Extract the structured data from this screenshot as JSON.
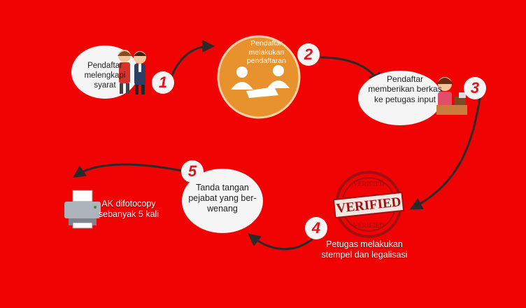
{
  "steps": [
    {
      "number": "1",
      "text": "Pendaftar melengkapi syarat"
    },
    {
      "number": "2",
      "text": "Pendaftar melakukan pendaftaran"
    },
    {
      "number": "3",
      "text": "Pendaftar memberikan berkas ke petugas input"
    },
    {
      "number": "4",
      "text": "Petugas melakukan stempel dan legalisasi"
    },
    {
      "number": "5",
      "text": "Tanda tangan pejabat yang ber-wenang"
    }
  ],
  "final_step": {
    "text": "AK difotocopy sebanyak 5 kali"
  },
  "stamp": {
    "main": "VERIFIED",
    "top": "VERIFIED",
    "bottom": "VERIFIED"
  },
  "colors": {
    "background": "#f10203",
    "bubble": "#f5f5f5",
    "orange": "#e8922e",
    "number": "#e0141c",
    "arrow": "#2a2a2a"
  },
  "icons": [
    "people-icon",
    "meeting-icon",
    "officer-icon",
    "verified-stamp-icon",
    "printer-icon"
  ]
}
